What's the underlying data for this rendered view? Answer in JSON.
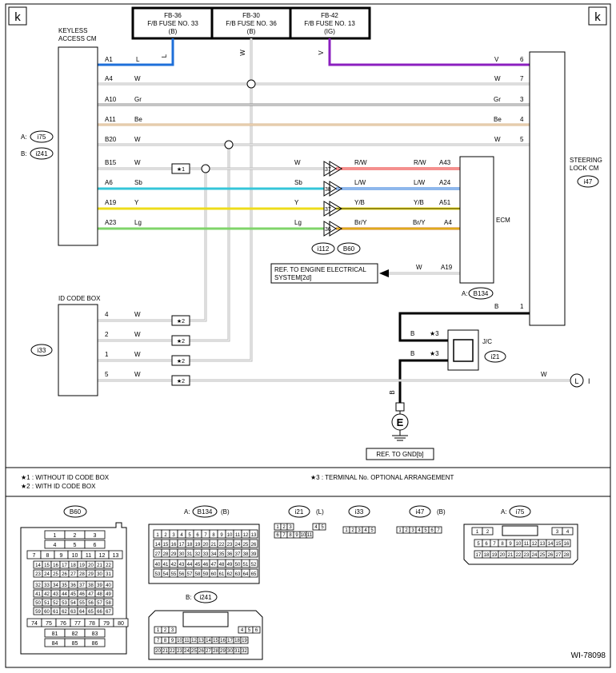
{
  "corner": {
    "left": "k",
    "right": "k"
  },
  "fuses": [
    {
      "l1": "FB-36",
      "l2": "F/B FUSE NO. 33",
      "l3": "(B)"
    },
    {
      "l1": "FB-30",
      "l2": "F/B FUSE NO. 36",
      "l3": "(B)"
    },
    {
      "l1": "FB-42",
      "l2": "F/B FUSE NO. 13",
      "l3": "(IG)"
    }
  ],
  "fuse_wires": {
    "f1": "L",
    "f2": "W",
    "f3": "V"
  },
  "keyless": {
    "title1": "KEYLESS",
    "title2": "ACCESS CM",
    "conn_a_label": "A:",
    "conn_a": "i75",
    "conn_b_label": "B:",
    "conn_b": "i241"
  },
  "steering": {
    "title1": "STEERING",
    "title2": "LOCK CM",
    "conn": "i47"
  },
  "ecm": {
    "title": "ECM",
    "conn_label": "A:",
    "conn": "B134"
  },
  "idbox": {
    "title": "ID CODE BOX",
    "conn": "i33"
  },
  "jc": {
    "title": "J/C",
    "conn": "i21"
  },
  "rows": [
    {
      "pin": "A1",
      "c1": "L"
    },
    {
      "pin": "A4",
      "c1": "W",
      "c2": "W",
      "pin2": "7"
    },
    {
      "pin": "A10",
      "c1": "Gr",
      "c2": "Gr",
      "pin2": "3"
    },
    {
      "pin": "A11",
      "c1": "Be",
      "c2": "Be",
      "pin2": "4"
    },
    {
      "pin": "B20",
      "c1": "W",
      "c2": "W",
      "pin2": "5"
    },
    {
      "pin": "B15",
      "c1": "W",
      "c2": "W",
      "cm": "37",
      "c3": "R/W",
      "c4": "R/W",
      "pin2": "A43"
    },
    {
      "pin": "A6",
      "c1": "Sb",
      "c2": "Sb",
      "cm": "38",
      "c3": "L/W",
      "c4": "L/W",
      "pin2": "A24"
    },
    {
      "pin": "A19",
      "c1": "Y",
      "c2": "Y",
      "cm": "37",
      "c3": "Y/B",
      "c4": "Y/B",
      "pin2": "A51"
    },
    {
      "pin": "A23",
      "c1": "Lg",
      "c2": "Lg",
      "cm": "36",
      "c3": "Br/Y",
      "c4": "Br/Y",
      "pin2": "A4"
    }
  ],
  "pin_v": "V",
  "pin_6": "6",
  "conn_ids": {
    "a": "i112",
    "b": "B60"
  },
  "ref_engine": {
    "l1": "REF. TO ENGINE ELECTRICAL",
    "l2": "SYSTEM[2d]",
    "wire": "W",
    "pin": "A19"
  },
  "b_row": {
    "c": "B",
    "pin": "1"
  },
  "jc_wires": {
    "c1": "B",
    "s1": "★3",
    "c2": "B",
    "s2": "★3",
    "vert": "B"
  },
  "id_rows": [
    {
      "pin": "4",
      "c": "W",
      "s": "★2"
    },
    {
      "pin": "2",
      "c": "W",
      "s": "★2"
    },
    {
      "pin": "1",
      "c": "W",
      "s": "★2"
    },
    {
      "pin": "5",
      "c": "W",
      "s": "★2",
      "c2": "W",
      "end": "I"
    }
  ],
  "star1": "★1",
  "ground": {
    "sym": "E",
    "ref": "REF. TO GND[b]"
  },
  "notes": {
    "n1": "★1  : WITHOUT ID CODE BOX",
    "n2": "★2  : WITH ID CODE BOX",
    "n3": "★3  : TERMINAL No. OPTIONAL ARRANGEMENT"
  },
  "pinouts": {
    "b60": {
      "name": "B60"
    },
    "b134": {
      "prefix": "A:",
      "name": "B134",
      "suffix": "(B)"
    },
    "i21": {
      "name": "i21",
      "suffix": "(L)"
    },
    "i33": {
      "name": "i33"
    },
    "i47": {
      "name": "i47",
      "suffix": "(B)"
    },
    "i75": {
      "prefix": "A:",
      "name": "i75"
    },
    "i241": {
      "prefix": "B:",
      "name": "i241"
    }
  },
  "figure_id": "WI-78098",
  "colors": {
    "L": "#1e6fd9",
    "V": "#8b1fbf",
    "W": "#cccccc",
    "Be": "#d8b48a",
    "Sb": "#35c6d9",
    "Y": "#eedc1a",
    "Lg": "#7fd46a",
    "R": "#e8201c",
    "Br": "#d07a1a",
    "B": "#000000"
  }
}
